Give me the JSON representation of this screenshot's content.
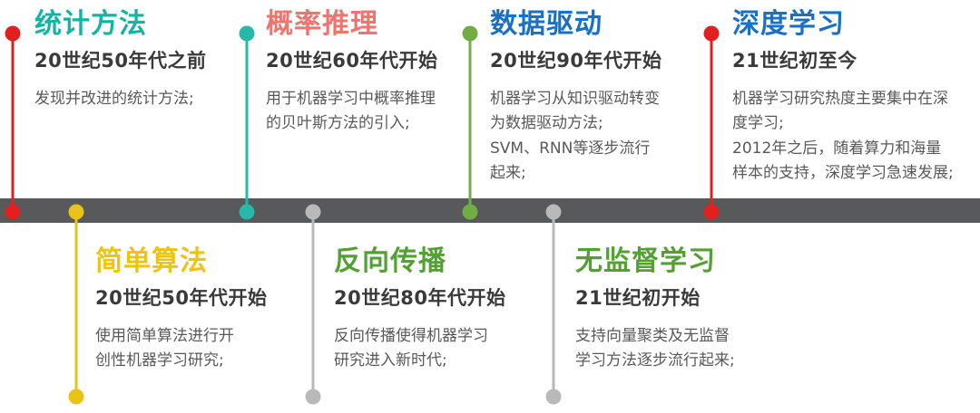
{
  "page": {
    "background": "#ffffff"
  },
  "timeline": {
    "bar_color": "#58595b",
    "top_milestones": [
      {
        "title": "统计方法",
        "title_color": "#12b5a4",
        "subtitle": "20世纪50年代之前",
        "body": "发现并改进的统计方法;",
        "accent_color": "#e32020"
      },
      {
        "title": "概率推理",
        "title_color": "#ee7470",
        "subtitle": "20世纪60年代开始",
        "body": "用于机器学习中概率推理\n的贝叶斯方法的引入;",
        "accent_color": "#26b8a8"
      },
      {
        "title": "数据驱动",
        "title_color": "#1a71c4",
        "subtitle": "20世纪90年代开始",
        "body": "机器学习从知识驱动转变\n为数据驱动方法;\nSVM、RNN等逐步流行\n起来;",
        "accent_color": "#72ad43"
      },
      {
        "title": "深度学习",
        "title_color": "#1a71c4",
        "subtitle": "21世纪初至今",
        "body": "机器学习研究热度主要集中在深\n度学习;\n2012年之后，随着算力和海量\n样本的支持，深度学习急速发展;",
        "accent_color": "#e32020"
      }
    ],
    "bottom_milestones": [
      {
        "title": "简单算法",
        "title_color": "#eec312",
        "subtitle": "20世纪50年代开始",
        "body": "使用简单算法进行开\n创性机器学习研究;",
        "accent_color": "#e9c315"
      },
      {
        "title": "反向传播",
        "title_color": "#53a033",
        "subtitle": "20世纪80年代开始",
        "body": "反向传播使得机器学习\n研究进入新时代;",
        "accent_color": "#b9b9b9"
      },
      {
        "title": "无监督学习",
        "title_color": "#53a033",
        "subtitle": "21世纪初开始",
        "body": "支持向量聚类及无监督\n学习方法逐步流行起来;",
        "accent_color": "#b9b9b9"
      }
    ]
  }
}
